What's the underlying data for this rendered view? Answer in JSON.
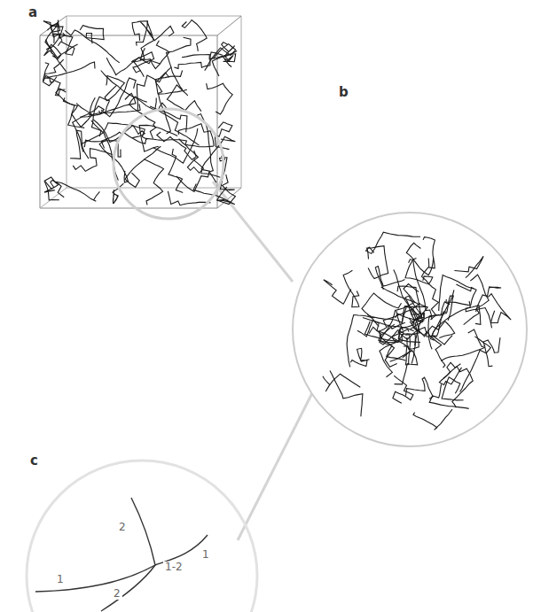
{
  "diagram": {
    "labels": [
      "a",
      "b",
      "c",
      "2",
      "1",
      "1-2",
      "1",
      "2"
    ]
  }
}
